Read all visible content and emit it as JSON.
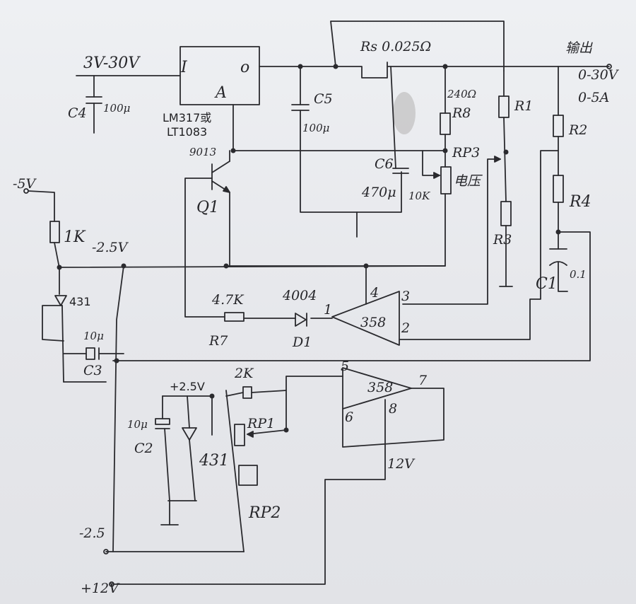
{
  "labels": {
    "input_voltage": "3V-30V",
    "c4": "C4",
    "c4_val": "100μ",
    "reg_in": "I",
    "reg_out": "o",
    "reg_adj": "A",
    "regulator_line1": "LM317或",
    "regulator_line2": "LT1083",
    "rs": "Rs 0.025Ω",
    "output_title": "输出",
    "output_v": "0-30V",
    "output_a": "0-5A",
    "c5": "C5",
    "c5_val": "100μ",
    "r8_val": "240Ω",
    "r8": "R8",
    "r1": "R1",
    "r2": "R2",
    "q1_type": "9013",
    "c6": "C6",
    "c6_val": "470μ",
    "rp3": "RP3",
    "rp3_note": "电压",
    "rp3_val": "10K",
    "q1": "Q1",
    "r4": "R4",
    "neg5v": "-5V",
    "r_1k": "1K",
    "r3": "R3",
    "neg25v": "-2.5V",
    "c1": "C1",
    "c1_val": "0.1",
    "u431_top": "431",
    "c3_val": "10μ",
    "c3": "C3",
    "r7_val": "4.7K",
    "r7": "R7",
    "d1_type": "4004",
    "d1": "D1",
    "oa1": "358",
    "pin1": "1",
    "pin2": "2",
    "pin3": "3",
    "pin4": "4",
    "pin5": "5",
    "pin6": "6",
    "pin7": "7",
    "pin8": "8",
    "oa2": "358",
    "pos25v": "+2.5V",
    "r_2k": "2K",
    "c2_val": "10μ",
    "c2": "C2",
    "rp1": "RP1",
    "u431_bottom": "431",
    "rp2": "RP2",
    "v12": "12V",
    "neg25v_bottom": "-2.5",
    "pos12v": "+12V"
  }
}
